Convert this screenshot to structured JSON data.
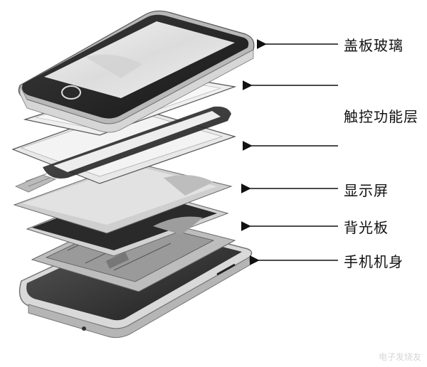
{
  "labels": {
    "cover_glass": "盖板玻璃",
    "touch_layer": "触控功能层",
    "display": "显示屏",
    "backlight": "背光板",
    "body": "手机机身"
  },
  "watermark": "电子发烧友"
}
